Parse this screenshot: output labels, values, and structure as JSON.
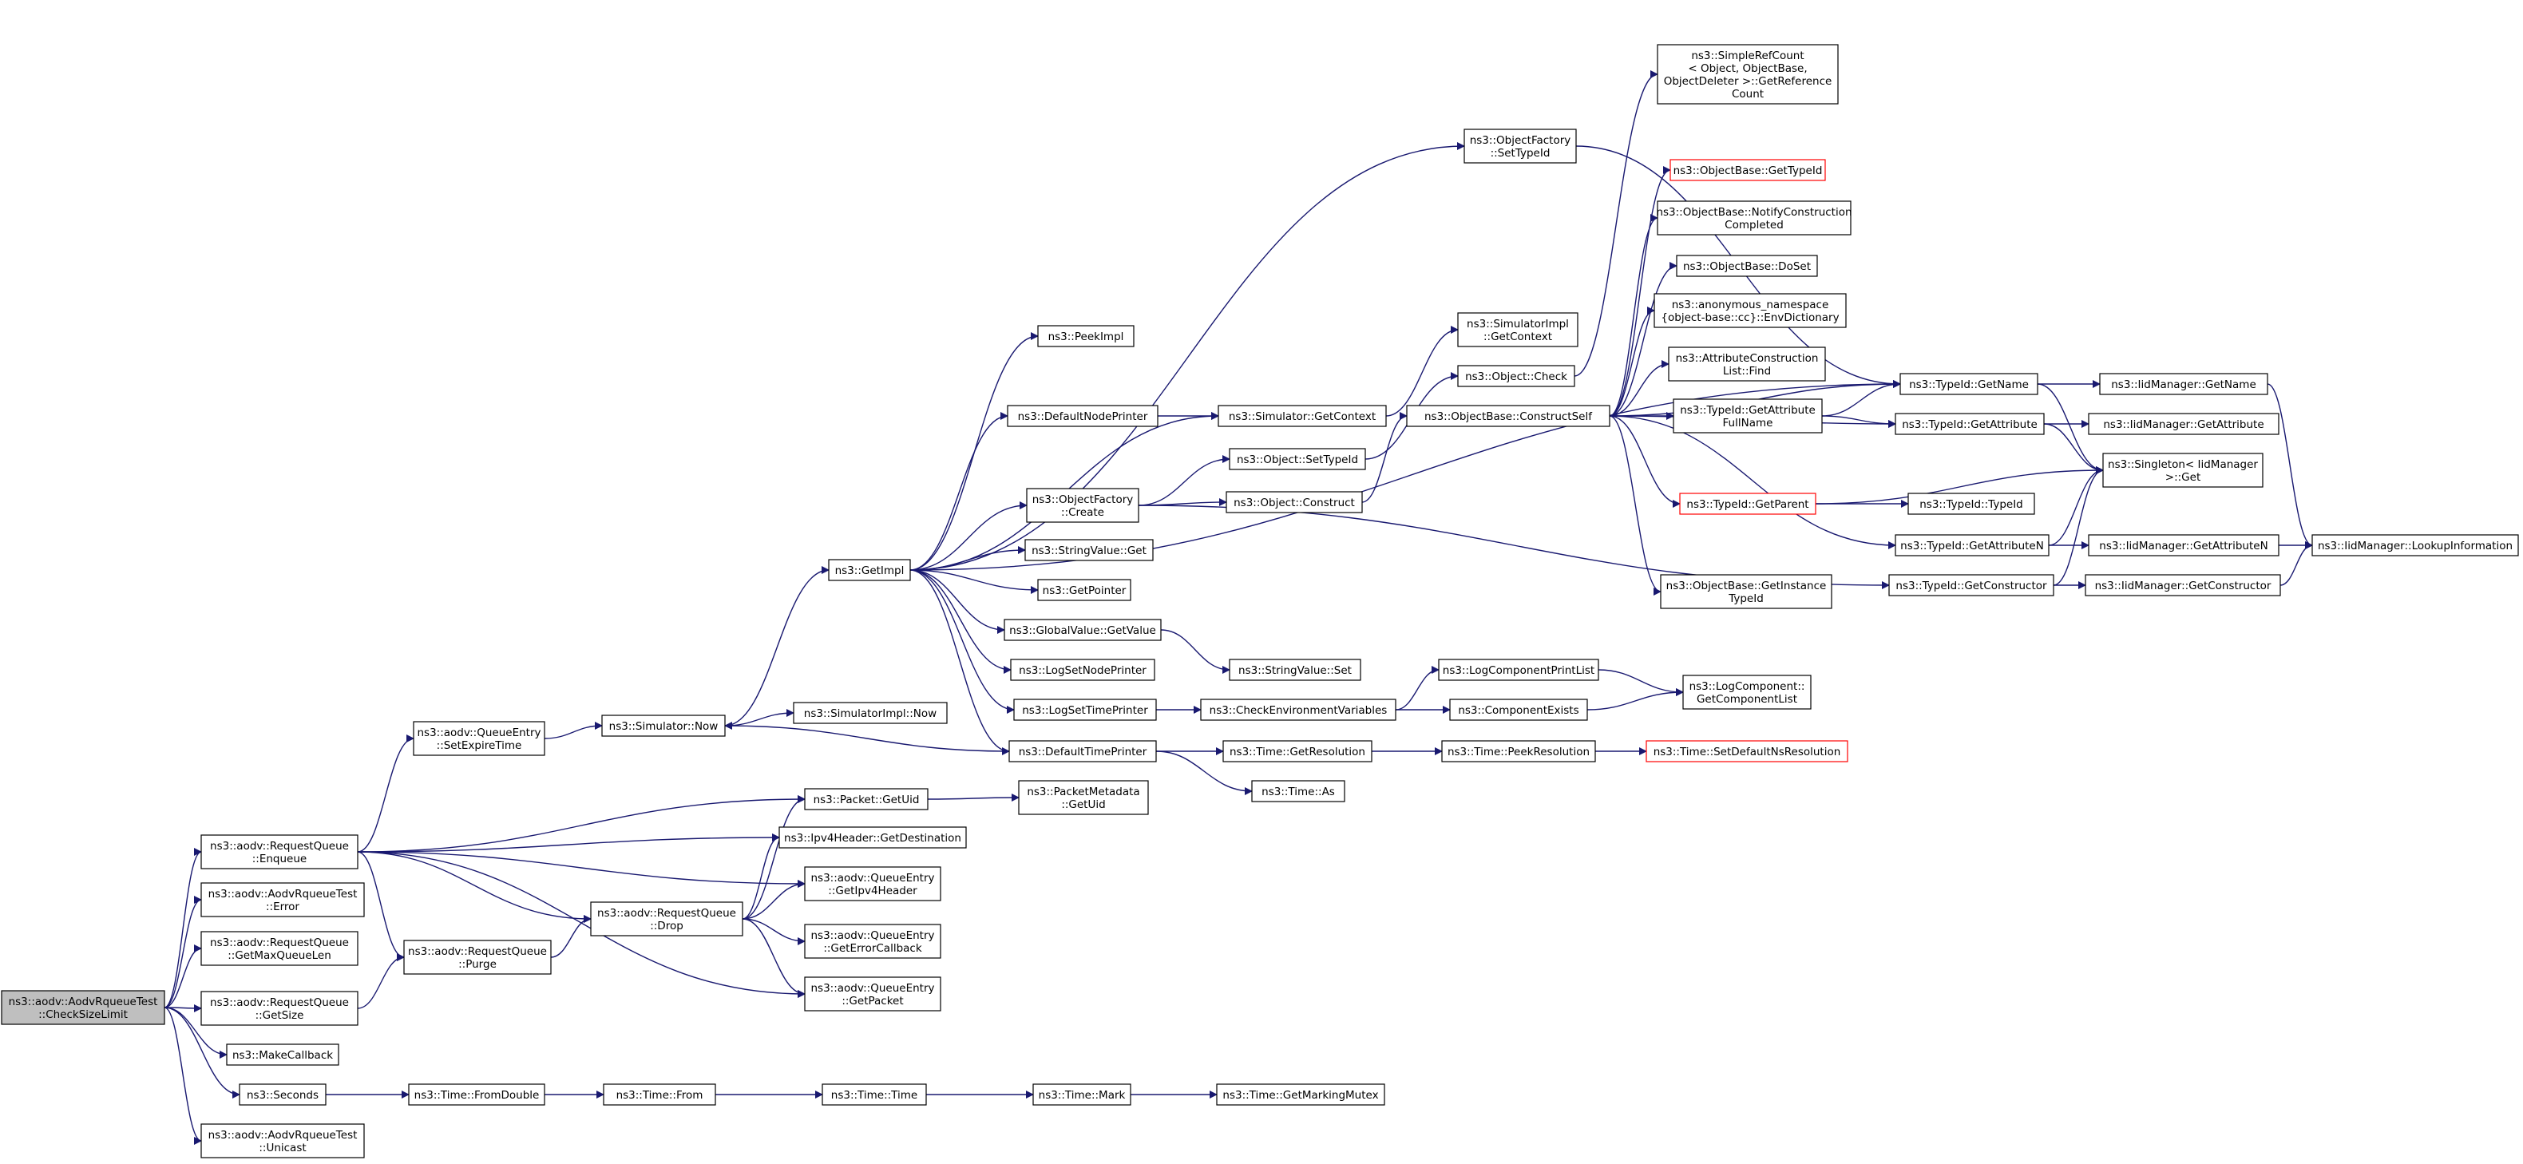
{
  "colors": {
    "edge": "#191970",
    "node_border": "#000000",
    "node_fill": "#ffffff",
    "root_fill": "#bfbfbf",
    "truncated_border": "#ff0000"
  },
  "nodes": {
    "root": [
      "ns3::aodv::AodvRqueueTest",
      "::CheckSizeLimit"
    ],
    "enqueue": [
      "ns3::aodv::RequestQueue",
      "::Enqueue"
    ],
    "error": [
      "ns3::aodv::AodvRqueueTest",
      "::Error"
    ],
    "getmaxqueuelen": [
      "ns3::aodv::RequestQueue",
      "::GetMaxQueueLen"
    ],
    "getsize": [
      "ns3::aodv::RequestQueue",
      "::GetSize"
    ],
    "makecallback": [
      "ns3::MakeCallback"
    ],
    "seconds": [
      "ns3::Seconds"
    ],
    "unicast": [
      "ns3::aodv::AodvRqueueTest",
      "::Unicast"
    ],
    "setexpiretime": [
      "ns3::aodv::QueueEntry",
      "::SetExpireTime"
    ],
    "purge": [
      "ns3::aodv::RequestQueue",
      "::Purge"
    ],
    "fromdouble": [
      "ns3::Time::FromDouble"
    ],
    "simnow": [
      "ns3::Simulator::Now"
    ],
    "drop": [
      "ns3::aodv::RequestQueue",
      "::Drop"
    ],
    "timefrom": [
      "ns3::Time::From"
    ],
    "getimpl": [
      "ns3::GetImpl"
    ],
    "simimplnow": [
      "ns3::SimulatorImpl::Now"
    ],
    "packetgetuid": [
      "ns3::Packet::GetUid"
    ],
    "getdestination": [
      "ns3::Ipv4Header::GetDestination"
    ],
    "getipv4header": [
      "ns3::aodv::QueueEntry",
      "::GetIpv4Header"
    ],
    "geterrorcallback": [
      "ns3::aodv::QueueEntry",
      "::GetErrorCallback"
    ],
    "getpacket": [
      "ns3::aodv::QueueEntry",
      "::GetPacket"
    ],
    "timetime": [
      "ns3::Time::Time"
    ],
    "peekimpl": [
      "ns3::PeekImpl"
    ],
    "defaultnodeprinter": [
      "ns3::DefaultNodePrinter"
    ],
    "objfactorycreate": [
      "ns3::ObjectFactory",
      "::Create"
    ],
    "stringvalueget": [
      "ns3::StringValue::Get"
    ],
    "getpointer": [
      "ns3::GetPointer"
    ],
    "globalvalueget": [
      "ns3::GlobalValue::GetValue"
    ],
    "logsetnodeprinter": [
      "ns3::LogSetNodePrinter"
    ],
    "logsettimeprinter": [
      "ns3::LogSetTimePrinter"
    ],
    "defaulttimeprinter": [
      "ns3::DefaultTimePrinter"
    ],
    "packetmetadatauid": [
      "ns3::PacketMetadata",
      "::GetUid"
    ],
    "timemark": [
      "ns3::Time::Mark"
    ],
    "simgetcontext": [
      "ns3::Simulator::GetContext"
    ],
    "objsettypeid": [
      "ns3::Object::SetTypeId"
    ],
    "objconstruct": [
      "ns3::Object::Construct"
    ],
    "stringvalueset": [
      "ns3::StringValue::Set"
    ],
    "checkenvvars": [
      "ns3::CheckEnvironmentVariables"
    ],
    "getresolution": [
      "ns3::Time::GetResolution"
    ],
    "timeas": [
      "ns3::Time::As"
    ],
    "getmarkingmutex": [
      "ns3::Time::GetMarkingMutex"
    ],
    "objfactorysettypeid": [
      "ns3::ObjectFactory",
      "::SetTypeId"
    ],
    "simimplgetcontext": [
      "ns3::SimulatorImpl",
      "::GetContext"
    ],
    "objcheck": [
      "ns3::Object::Check"
    ],
    "constructself": [
      "ns3::ObjectBase::ConstructSelf"
    ],
    "logcomponentprintlist": [
      "ns3::LogComponentPrintList"
    ],
    "componentexists": [
      "ns3::ComponentExists"
    ],
    "peekresolution": [
      "ns3::Time::PeekResolution"
    ],
    "simplerefcount": [
      "ns3::SimpleRefCount",
      "< Object, ObjectBase,",
      "ObjectDeleter >::GetReference",
      "Count"
    ],
    "objbasegettypeid": [
      "ns3::ObjectBase::GetTypeId"
    ],
    "notifyconstruction": [
      "ns3::ObjectBase::NotifyConstruction",
      "Completed"
    ],
    "doset": [
      "ns3::ObjectBase::DoSet"
    ],
    "envdictionary": [
      "ns3::anonymous_namespace",
      "{object-base::cc}::EnvDictionary"
    ],
    "attrconstructionfind": [
      "ns3::AttributeConstruction",
      "List::Find"
    ],
    "getattributefullname": [
      "ns3::TypeId::GetAttribute",
      "FullName"
    ],
    "getparent": [
      "ns3::TypeId::GetParent"
    ],
    "getinstancetypeid": [
      "ns3::ObjectBase::GetInstance",
      "TypeId"
    ],
    "getcomponentlist": [
      "ns3::LogComponent::",
      "GetComponentList"
    ],
    "setdefaultnsres": [
      "ns3::Time::SetDefaultNsResolution"
    ],
    "typeidgetname": [
      "ns3::TypeId::GetName"
    ],
    "typeidgetattribute": [
      "ns3::TypeId::GetAttribute"
    ],
    "typeidtypeid": [
      "ns3::TypeId::TypeId"
    ],
    "typeidgetattributen": [
      "ns3::TypeId::GetAttributeN"
    ],
    "typeidgetconstructor": [
      "ns3::TypeId::GetConstructor"
    ],
    "iidgetname": [
      "ns3::IidManager::GetName"
    ],
    "iidgetattribute": [
      "ns3::IidManager::GetAttribute"
    ],
    "singletonget": [
      "ns3::Singleton< IidManager",
      ">::Get"
    ],
    "iidgetattributen": [
      "ns3::IidManager::GetAttributeN"
    ],
    "iidgetconstructor": [
      "ns3::IidManager::GetConstructor"
    ],
    "lookupinformation": [
      "ns3::IidManager::LookupInformation"
    ]
  }
}
